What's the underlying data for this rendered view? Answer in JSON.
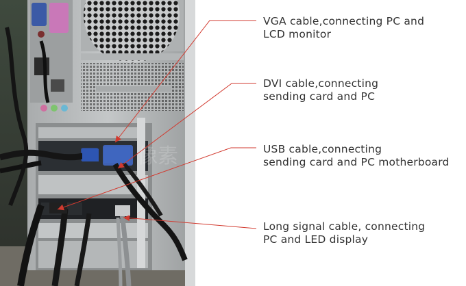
{
  "annotations": [
    {
      "id": "vga",
      "lines": [
        "VGA cable,connecting PC and",
        "LCD monitor"
      ]
    },
    {
      "id": "dvi",
      "lines": [
        "DVI cable,connecting",
        "sending card and PC"
      ]
    },
    {
      "id": "usb",
      "lines": [
        "USB cable,connecting",
        "sending card and PC motherboard"
      ]
    },
    {
      "id": "long",
      "lines": [
        "Long signal cable, connecting",
        "PC and LED display"
      ]
    }
  ],
  "colors": {
    "callout_line": "#d23a2f",
    "label_text": "#333333",
    "case_metal": "#b9bcbd"
  },
  "watermark_text": "像素"
}
